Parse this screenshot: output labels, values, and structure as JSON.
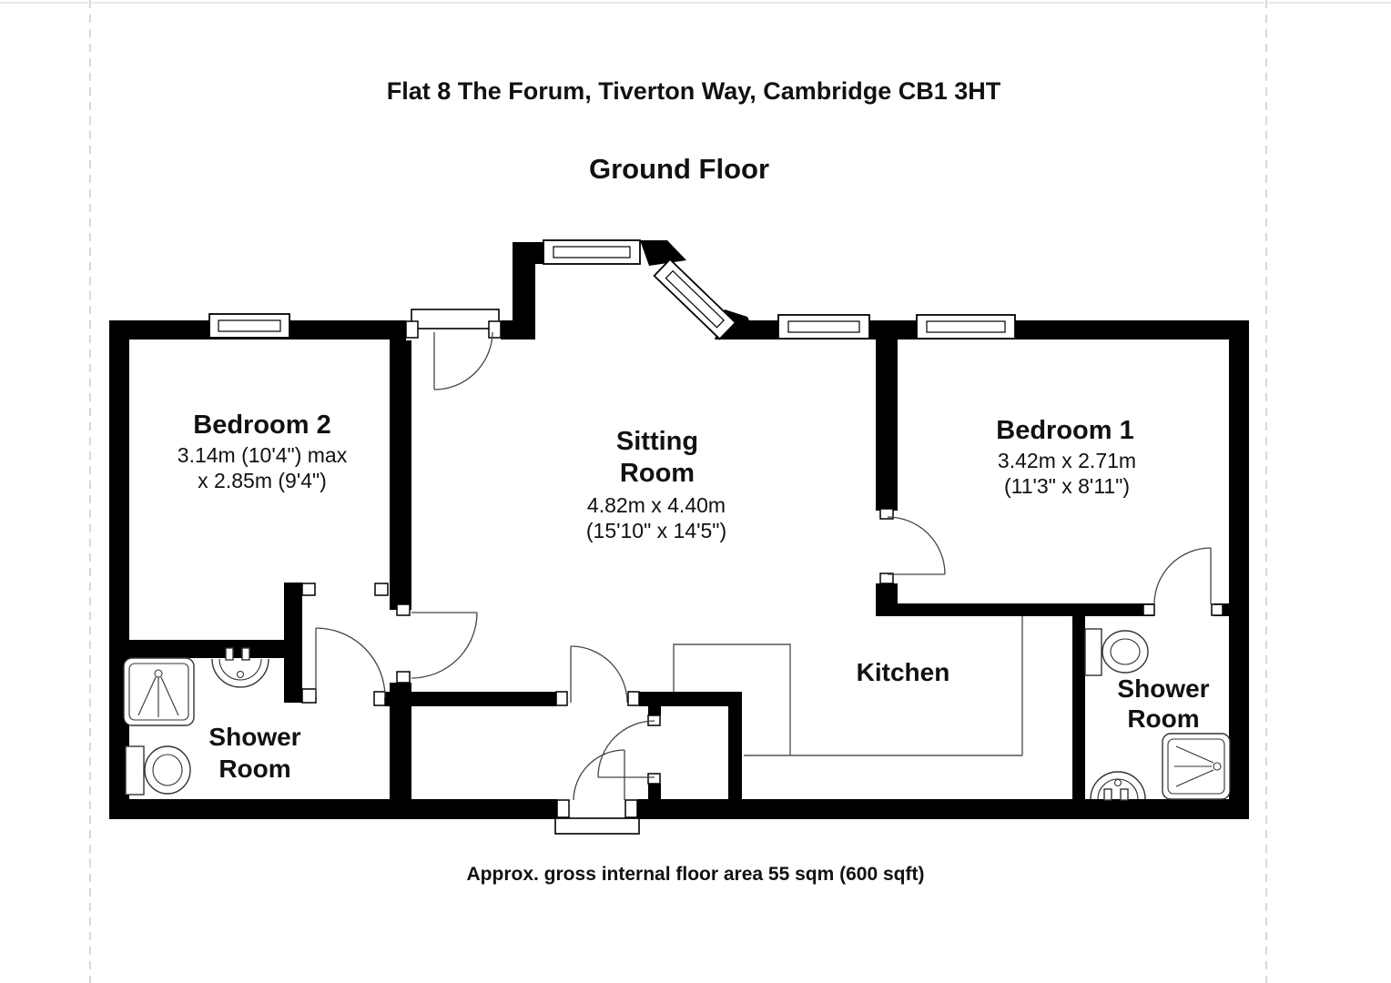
{
  "page": {
    "title": "Flat 8 The Forum, Tiverton Way, Cambridge CB1 3HT",
    "floor_label": "Ground Floor",
    "footer": "Approx. gross internal floor area 55 sqm (600 sqft)"
  },
  "rooms": {
    "bedroom2": {
      "name": "Bedroom 2",
      "dim1": "3.14m (10'4\") max",
      "dim2": "x 2.85m (9'4\")"
    },
    "sitting": {
      "name1": "Sitting",
      "name2": "Room",
      "dim1": "4.82m x 4.40m",
      "dim2": "(15'10\" x 14'5\")"
    },
    "bedroom1": {
      "name": "Bedroom 1",
      "dim1": "3.42m x 2.71m",
      "dim2": "(11'3\" x 8'11\")"
    },
    "shower_left": {
      "name1": "Shower",
      "name2": "Room"
    },
    "shower_right": {
      "name1": "Shower",
      "name2": "Room"
    },
    "kitchen": {
      "name": "Kitchen"
    }
  },
  "fixtures": {
    "left_shower_room": [
      "shower-tray",
      "wash-basin",
      "toilet"
    ],
    "right_shower_room": [
      "toilet",
      "shower-tray",
      "wash-basin"
    ],
    "kitchen": [
      "counter-unit"
    ]
  },
  "windows_count": 5,
  "colors": {
    "wall": "#000000",
    "thin_line": "#444444",
    "page_guide": "#cccccc"
  }
}
